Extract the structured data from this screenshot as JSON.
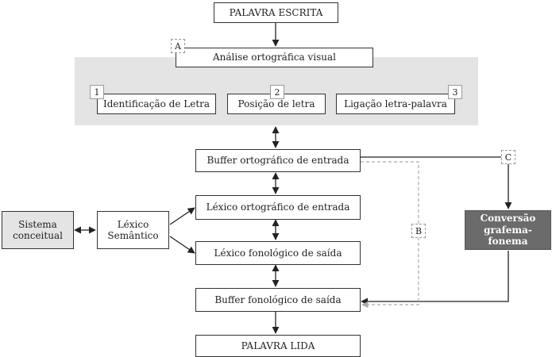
{
  "nodes": {
    "palavra_escrita": "PALAVRA ESCRITA",
    "analise": "Análise ortográfica visual",
    "identificacao": "Identificação de Letra",
    "posicao": "Posição de letra",
    "ligacao": "Ligação  letra-palavra",
    "buffer_entrada": "Buffer ortográfico de entrada",
    "lexico_ortografico": "Léxico ortográfico de entrada",
    "lexico_fonologico": "Léxico fonológico de saída",
    "buffer_saida": "Buffer fonológico de saída",
    "palavra_lida": "PALAVRA LIDA",
    "sistema_conceitual": "Sistema conceitual",
    "lexico_semantico": "Léxico Semântico",
    "conversao": "Conversão grafema-fonema"
  },
  "tags": {
    "a": "A",
    "b": "B",
    "c": "C",
    "n1": "1",
    "n2": "2",
    "n3": "3"
  }
}
